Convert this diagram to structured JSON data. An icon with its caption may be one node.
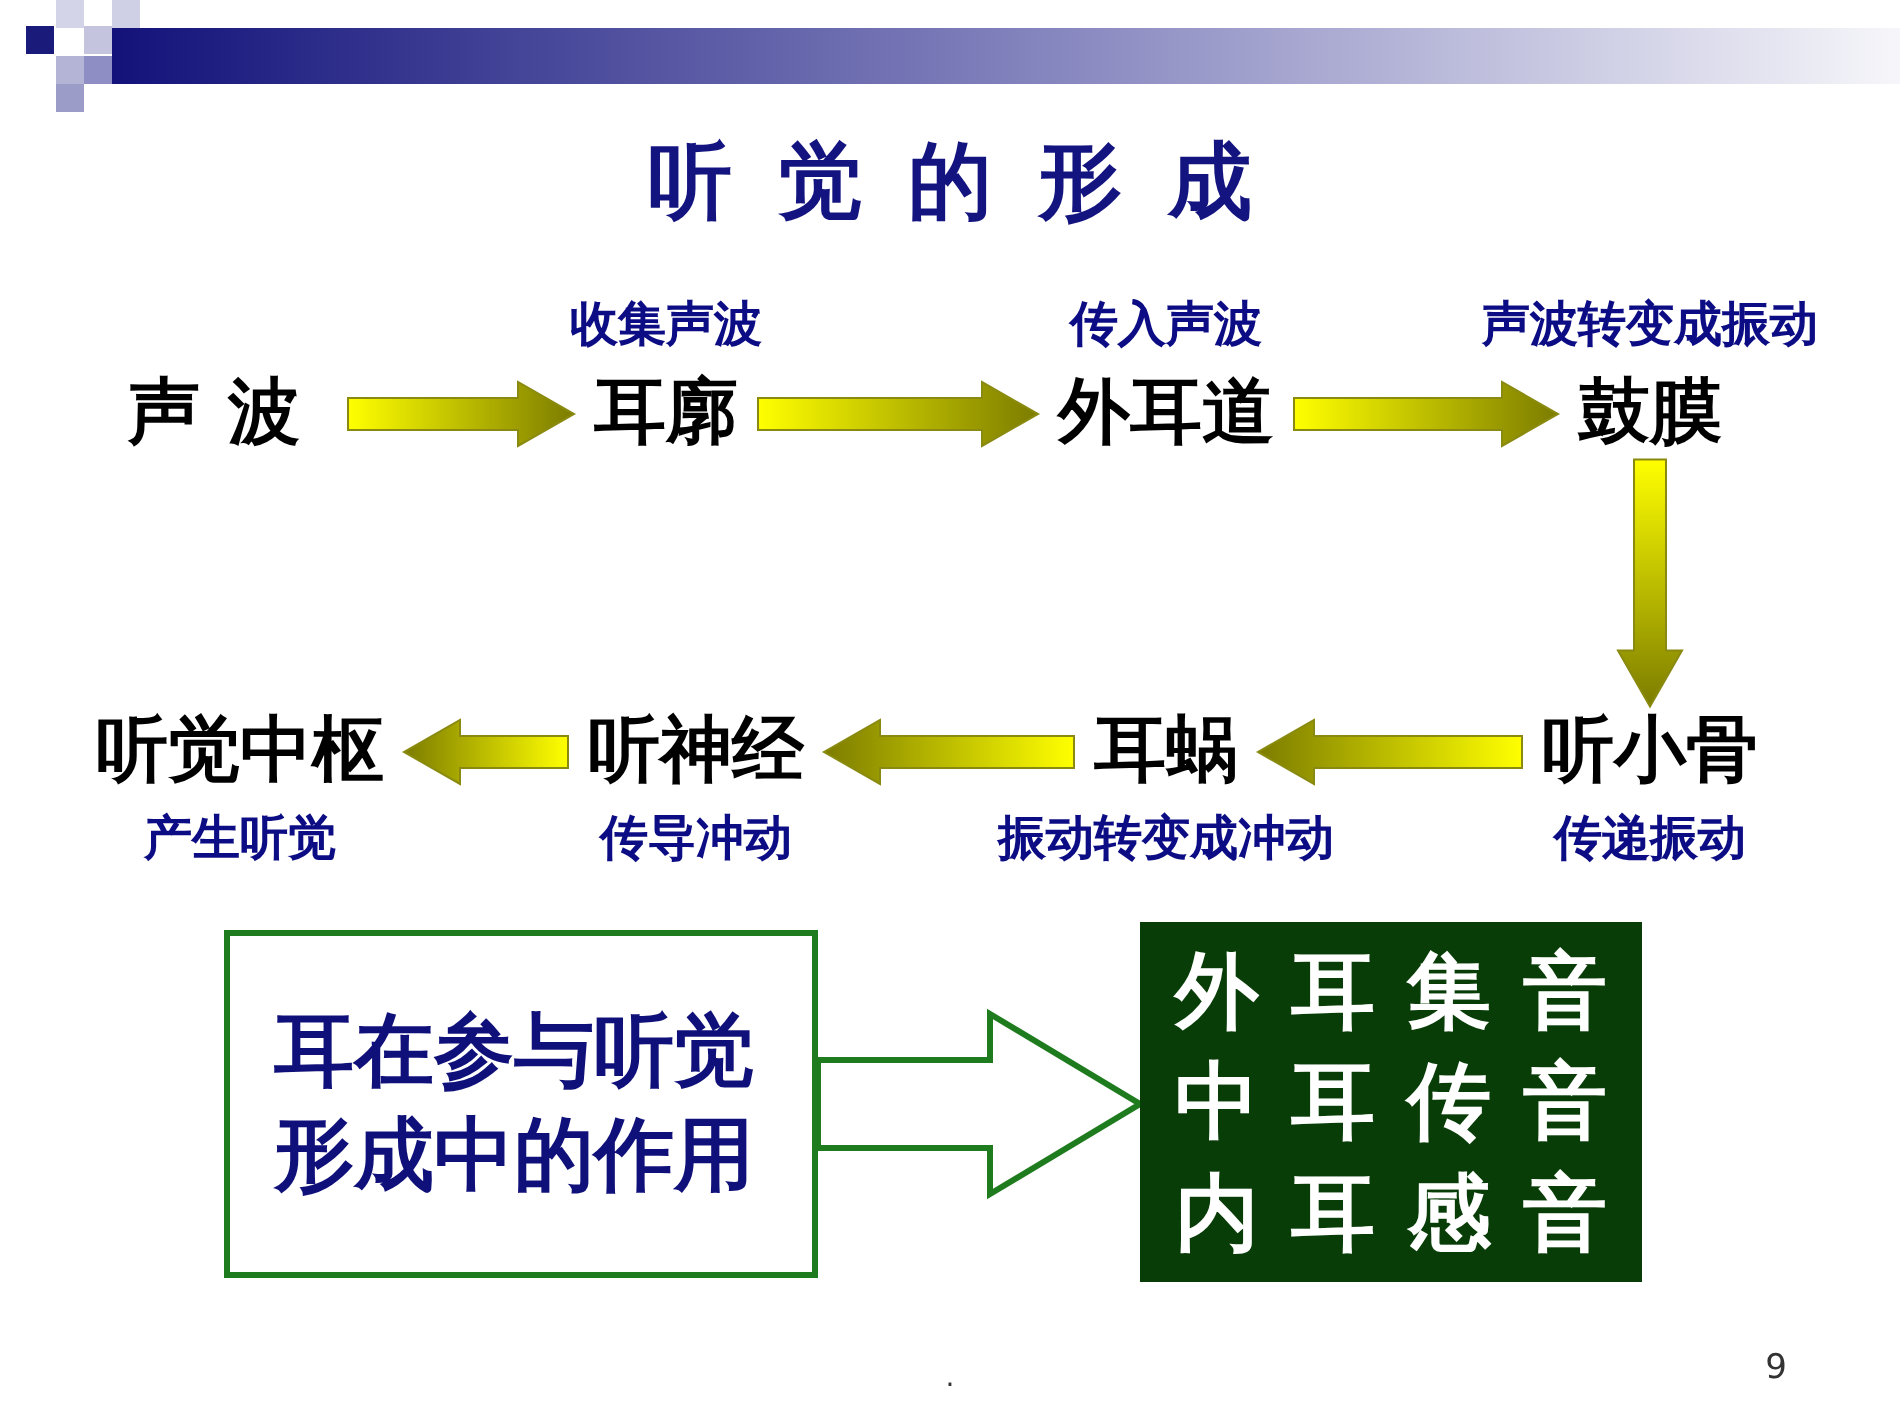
{
  "diagram": {
    "title": "听觉的形成",
    "nodes": [
      {
        "text": [
          "声波"
        ]
      },
      {
        "text": [
          "耳廓"
        ],
        "beside": [
          "收集声波"
        ]
      },
      {
        "text": [
          "外耳道"
        ],
        "beside": [
          "传入声波"
        ]
      },
      {
        "text": [
          "鼓膜"
        ],
        "beside": [
          "声波转变成振动"
        ]
      },
      {
        "text": [
          "听小骨"
        ],
        "beside": [
          "传递振动"
        ]
      },
      {
        "text": [
          "耳蜗"
        ],
        "beside": [
          "振动转变成冲动"
        ]
      },
      {
        "text": [
          "听神经"
        ],
        "beside": [
          "传导冲动"
        ]
      },
      {
        "text": [
          "听觉中枢"
        ],
        "beside": [
          "产生听觉"
        ]
      },
      {
        "text": [
          "耳在参与听觉形成中的作用"
        ]
      },
      {
        "text": [
          "外耳集音",
          "中耳传音",
          "内耳感音"
        ]
      }
    ],
    "edges": [
      {
        "from": 0,
        "to": 1,
        "arrow": "to"
      },
      {
        "from": 1,
        "to": 2,
        "arrow": "to"
      },
      {
        "from": 2,
        "to": 3,
        "arrow": "to"
      },
      {
        "from": 3,
        "to": 4,
        "arrow": "to"
      },
      {
        "from": 4,
        "to": 5,
        "arrow": "to"
      },
      {
        "from": 5,
        "to": 6,
        "arrow": "to"
      },
      {
        "from": 6,
        "to": 7,
        "arrow": "to"
      },
      {
        "from": 8,
        "to": 9,
        "arrow": "to",
        "color": "#1e7b1e"
      }
    ],
    "labels": [
      ".",
      "9"
    ]
  }
}
